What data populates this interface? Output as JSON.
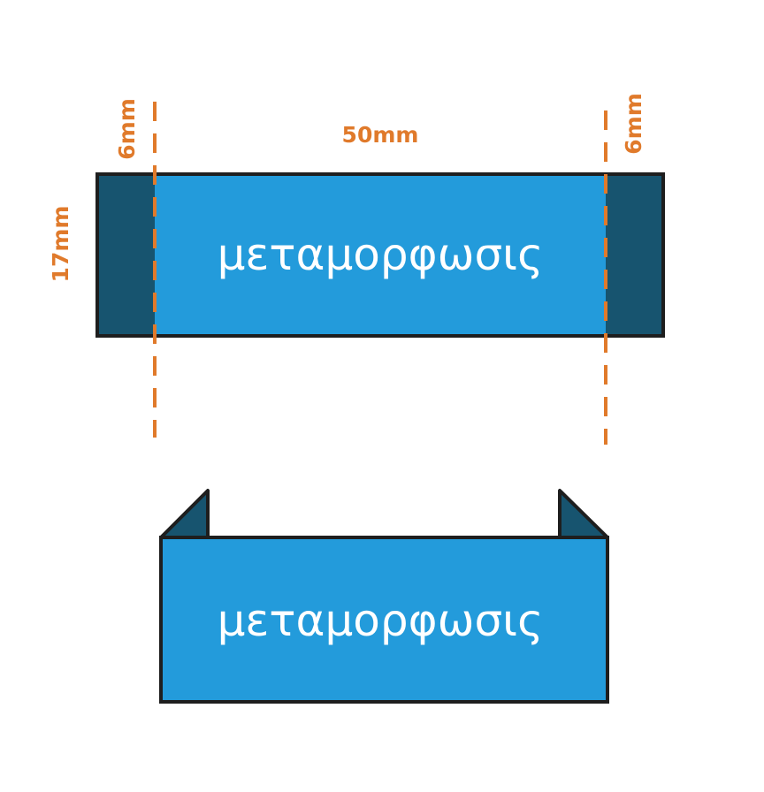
{
  "dimensions": {
    "width": "50mm",
    "height": "17mm",
    "left_fold": "6mm",
    "right_fold": "6mm"
  },
  "flat_label": {
    "text": "μεταμορφωσις"
  },
  "folded_label": {
    "text": "μεταμορφωσις"
  },
  "colors": {
    "label_body": "#239bdb",
    "fold_tab": "#17546f",
    "outline": "#1e1e1e",
    "dimension": "#e07a2b",
    "label_text": "#ffffff"
  }
}
